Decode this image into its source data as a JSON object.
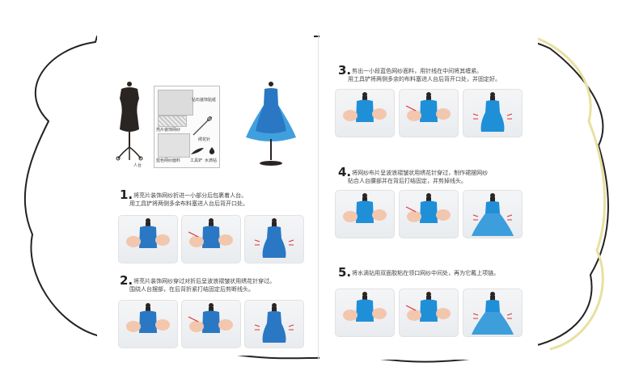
{
  "colors": {
    "fabric_blue": "#1f8fd8",
    "sequin_blue": "#2a78c4",
    "mannequin_black": "#2a2422",
    "skin": "#f2c7ae",
    "wave_border": "#e8e0a0"
  },
  "materials": {
    "mannequin_label": "人台",
    "items": [
      {
        "label": "钻石装饰贴纸",
        "icon": "sticker-sheet-icon"
      },
      {
        "label": "亮片装饰网纱",
        "icon": "sequin-mesh-icon"
      },
      {
        "label": "绣花针",
        "icon": "needle-icon"
      },
      {
        "label": "蓝色网纱面料",
        "icon": "blue-tulle-icon"
      },
      {
        "label": "工具铲",
        "icon": "tool-shovel-icon"
      },
      {
        "label": "水滴钻",
        "icon": "water-drop-diamond-icon"
      }
    ]
  },
  "steps": [
    {
      "number": "1.",
      "lines": [
        "将亮片装饰网纱折进一小部分后包裹着人台。",
        "用工具铲将两侧多余布料塞进人台后背开口处。"
      ],
      "photos": [
        "wrap-sequin-photo",
        "tuck-fabric-photo",
        "finished-bodice-photo"
      ]
    },
    {
      "number": "2.",
      "lines": [
        "将亮片装饰网纱穿过对折后呈波浪褶皱状用绣花针穿过。",
        "围绕人台摆部，在后背折紧打结固定后剪断线头。"
      ],
      "photos": [
        "fold-skirt-photo",
        "sew-skirt-photo",
        "short-dress-photo"
      ]
    },
    {
      "number": "3.",
      "lines": [
        "剪出一小段蓝色网纱面料，用针线在中间将其缠紧。",
        "用工具铲将两侧多余的布料塞进人台后背开口处，并固定好。"
      ],
      "photos": [
        "hold-tulle-photo",
        "tuck-tulle-photo",
        "tulle-bodice-photo"
      ]
    },
    {
      "number": "4.",
      "lines": [
        "将网纱布片呈波浪褶皱状用绣花针穿过，制作裙摆网纱",
        "贴合人台腰部并在背后打结固定，并剪掉线头。"
      ],
      "photos": [
        "tulle-sheet-photo",
        "gather-tulle-photo",
        "tulle-skirt-photo"
      ]
    },
    {
      "number": "5.",
      "lines": [
        "将水滴钻用双面胶粘在领口网纱中间处，再为它戴上项链。"
      ],
      "photos": [
        "attach-diamond-photo",
        "add-necklace-photo",
        "final-gown-photo"
      ]
    }
  ]
}
